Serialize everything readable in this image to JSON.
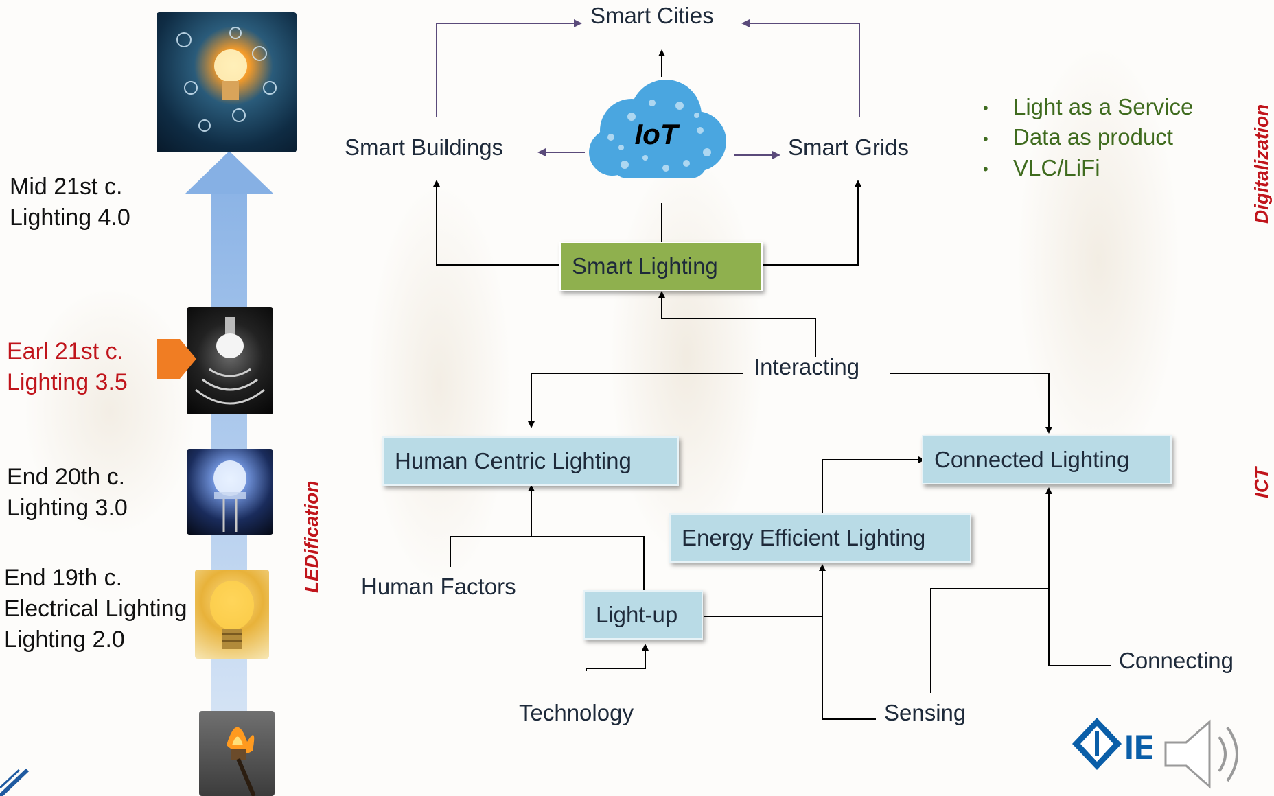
{
  "eras": [
    {
      "line1": "Mid 21st c.",
      "line2": "Lighting 4.0"
    },
    {
      "line1": "Earl 21st c.",
      "line2": "Lighting 3.5"
    },
    {
      "line1": "End 20th c.",
      "line2": "Lighting 3.0"
    },
    {
      "line1": "End 19th c.",
      "line2": "Electrical Lighting",
      "line3": "Lighting 2.0"
    }
  ],
  "side_labels": {
    "left": "LEDification",
    "right_top": "Digitalization",
    "right_mid": "ICT"
  },
  "center_cloud": "IoT",
  "nodes": {
    "smart_cities": "Smart Cities",
    "smart_buildings": "Smart Buildings",
    "smart_grids": "Smart Grids",
    "smart_lighting": "Smart Lighting",
    "interacting": "Interacting",
    "human_centric": "Human Centric Lighting",
    "connected": "Connected Lighting",
    "energy_efficient": "Energy Efficient Lighting",
    "human_factors": "Human Factors",
    "light_up": "Light-up",
    "technology": "Technology",
    "sensing": "Sensing",
    "connecting": "Connecting"
  },
  "bullets": [
    "Light as a Service",
    "Data as product",
    "VLC/LiFi"
  ],
  "logo": "IEEE",
  "colors": {
    "accent_red": "#c0141b",
    "box_blue": "#b9dbe6",
    "box_green": "#8fb04e",
    "arrow_purple": "#5a4a7a",
    "bullet_green": "#3f6b1e"
  }
}
